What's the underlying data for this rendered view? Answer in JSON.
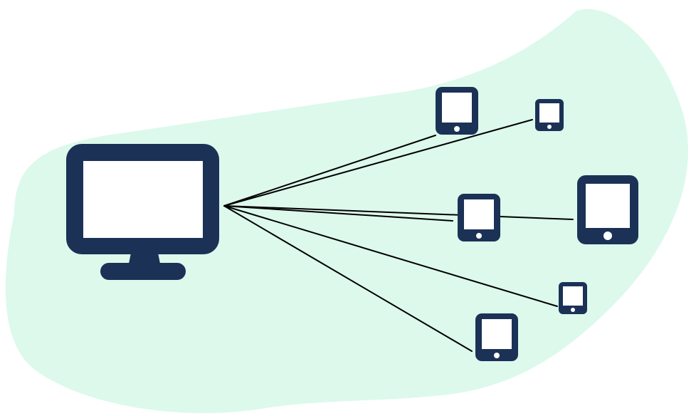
{
  "colors": {
    "background": "#ffffff",
    "blob": "#dcf9ec",
    "device": "#1b3256",
    "screen": "#ffffff",
    "line": "#000000"
  },
  "nodes": {
    "monitor": {
      "icon": "desktop-monitor-icon"
    },
    "devices": [
      {
        "name": "tablet-top",
        "icon": "tablet-icon"
      },
      {
        "name": "tablet-small-top-right",
        "icon": "tablet-icon"
      },
      {
        "name": "tablet-middle",
        "icon": "tablet-icon"
      },
      {
        "name": "tablet-large-right",
        "icon": "tablet-icon"
      },
      {
        "name": "tablet-small-lower-right",
        "icon": "tablet-icon"
      },
      {
        "name": "tablet-bottom",
        "icon": "tablet-icon"
      }
    ]
  },
  "edges": [
    {
      "from": "monitor",
      "to": "tablet-top"
    },
    {
      "from": "monitor",
      "to": "tablet-small-top-right"
    },
    {
      "from": "monitor",
      "to": "tablet-middle"
    },
    {
      "from": "monitor",
      "to": "tablet-large-right"
    },
    {
      "from": "monitor",
      "to": "tablet-small-lower-right"
    },
    {
      "from": "monitor",
      "to": "tablet-bottom"
    }
  ]
}
